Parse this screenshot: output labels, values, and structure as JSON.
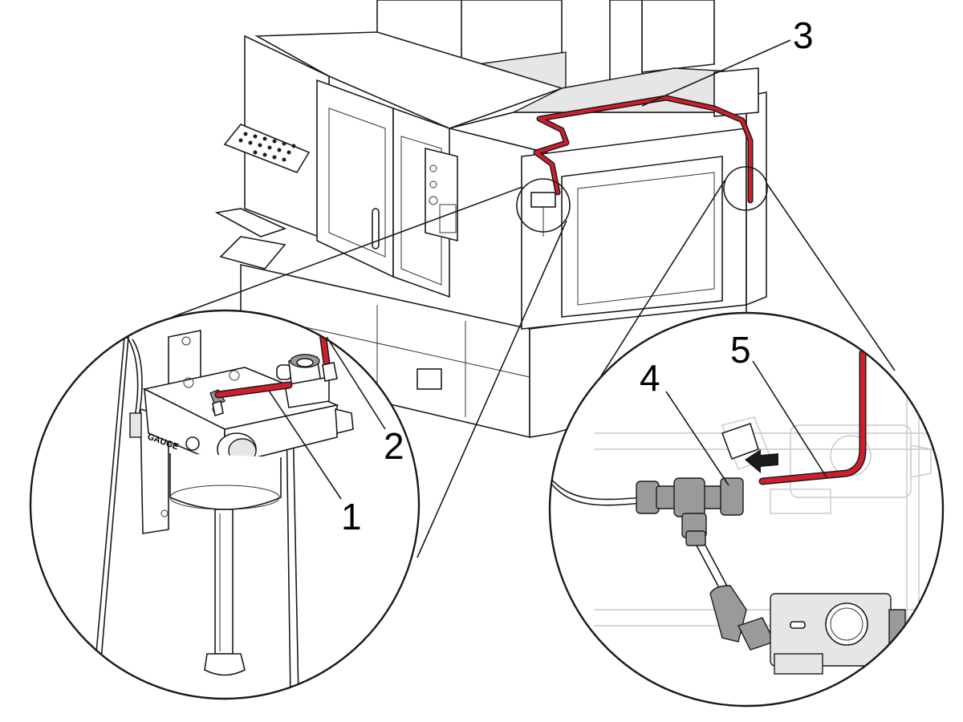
{
  "callouts": {
    "c1": "1",
    "c2": "2",
    "c3": "3",
    "c4": "4",
    "c5": "5"
  },
  "device_label": "GAUGE",
  "colors": {
    "hose": "#d21e2a",
    "outline": "#1a1a1a",
    "background": "#ffffff"
  }
}
